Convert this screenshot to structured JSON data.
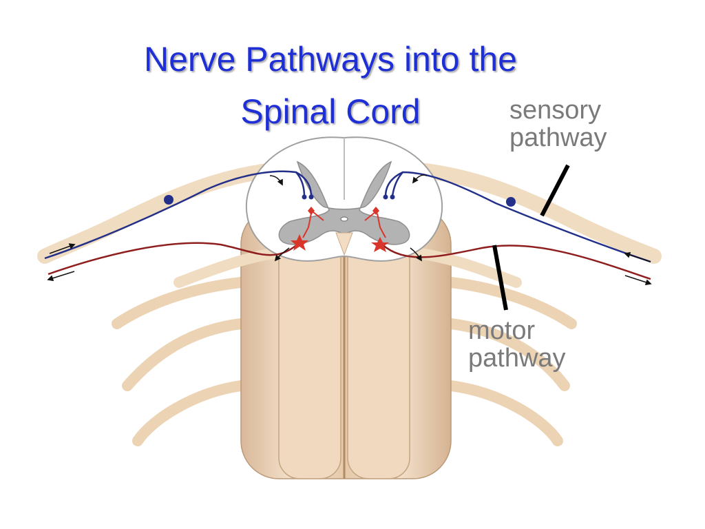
{
  "slide": {
    "title_line1": "Nerve Pathways into the",
    "title_line2": "Spinal Cord",
    "title_color": "#1f2fd6"
  },
  "labels": {
    "sensory_line1": "sensory",
    "sensory_line2": "pathway",
    "motor_line1": "motor",
    "motor_line2": "pathway"
  },
  "colors": {
    "sensory_pathway": "#23308a",
    "motor_pathway": "#8f1e1e",
    "nerve_tan": "#f1ddc2",
    "gray_matter": "#b3b3b3",
    "neuron_red": "#d8362a"
  }
}
